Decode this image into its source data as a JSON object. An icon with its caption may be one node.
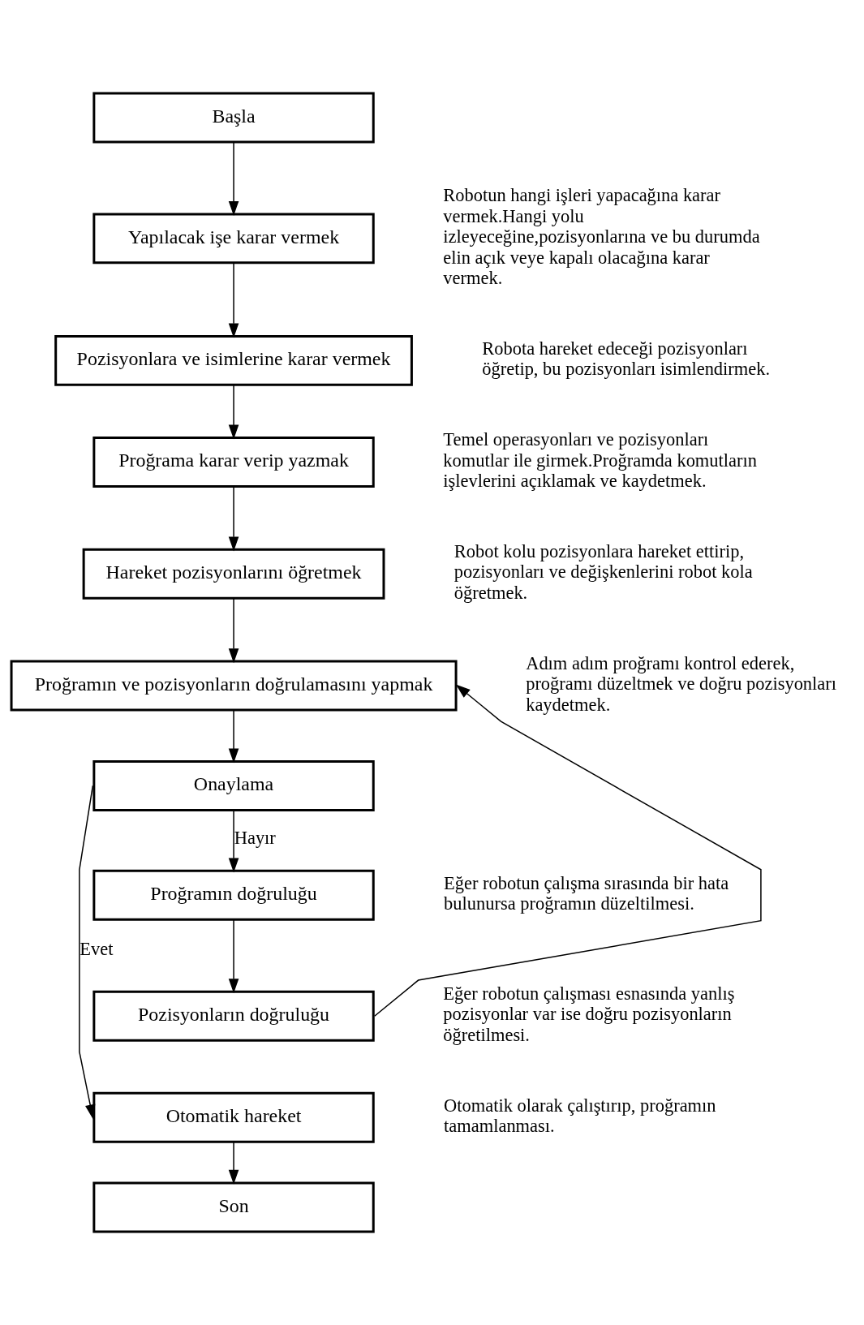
{
  "diagram": {
    "nodes": [
      {
        "text": [
          "Başla"
        ]
      },
      {
        "text": [
          "Yapılacak işe karar vermek"
        ],
        "beside": [
          "Robotun hangi işleri yapacağına karar vermek.Hangi yolu izleyeceğine,pozisyonlarına ve bu durumda elin açık veye kapalı olacağına karar vermek."
        ]
      },
      {
        "text": [
          "Pozisyonlara ve isimlerine karar vermek"
        ],
        "beside": [
          "Robota hareket edeceği pozisyonları öğretip, bu pozisyonları isimlendirmek."
        ]
      },
      {
        "text": [
          "Proğrama karar verip yazmak"
        ],
        "beside": [
          "Temel operasyonları ve pozisyonları komutlar ile girmek.Proğramda komutların işlevlerini açıklamak ve kaydetmek."
        ]
      },
      {
        "text": [
          "Hareket pozisyonlarını öğretmek"
        ],
        "beside": [
          "Robot kolu pozisyonlara hareket ettirip, pozisyonları ve değişkenlerini robot kola öğretmek."
        ]
      },
      {
        "text": [
          "Proğramın ve pozisyonların doğrulamasını yapmak"
        ],
        "beside": [
          "Adım adım proğramı kontrol ederek, proğramı düzeltmek ve doğru pozisyonları kaydetmek."
        ]
      },
      {
        "text": [
          "Onaylama"
        ]
      },
      {
        "text": [
          "Proğramın doğruluğu"
        ],
        "beside": [
          "Eğer robotun çalışma sırasında bir hata bulunursa proğramın düzeltilmesi."
        ]
      },
      {
        "text": [
          "Pozisyonların doğruluğu"
        ],
        "beside": [
          "Eğer robotun çalışması esnasında yanlış pozisyonlar var ise doğru pozisyonların öğretilmesi."
        ]
      },
      {
        "text": [
          "Otomatik hareket"
        ],
        "beside": [
          "Otomatik olarak çalıştırıp, proğramın tamamlanması."
        ]
      },
      {
        "text": [
          "Son"
        ]
      }
    ],
    "edges": [
      {
        "from": 0,
        "to": 1,
        "arrow": "to"
      },
      {
        "from": 1,
        "to": 2,
        "arrow": "to"
      },
      {
        "from": 2,
        "to": 3,
        "arrow": "to"
      },
      {
        "from": 3,
        "to": 4,
        "arrow": "to"
      },
      {
        "from": 4,
        "to": 5,
        "arrow": "to"
      },
      {
        "from": 5,
        "to": 6,
        "arrow": "to"
      },
      {
        "from": 6,
        "to": 7,
        "arrow": "to",
        "label": "Hayır"
      },
      {
        "from": 7,
        "to": 8,
        "arrow": "to"
      },
      {
        "from": 8,
        "to": 5,
        "arrow": "to"
      },
      {
        "from": 6,
        "to": 9,
        "arrow": "to",
        "label": "Evet"
      },
      {
        "from": 9,
        "to": 10,
        "arrow": "to"
      }
    ]
  }
}
